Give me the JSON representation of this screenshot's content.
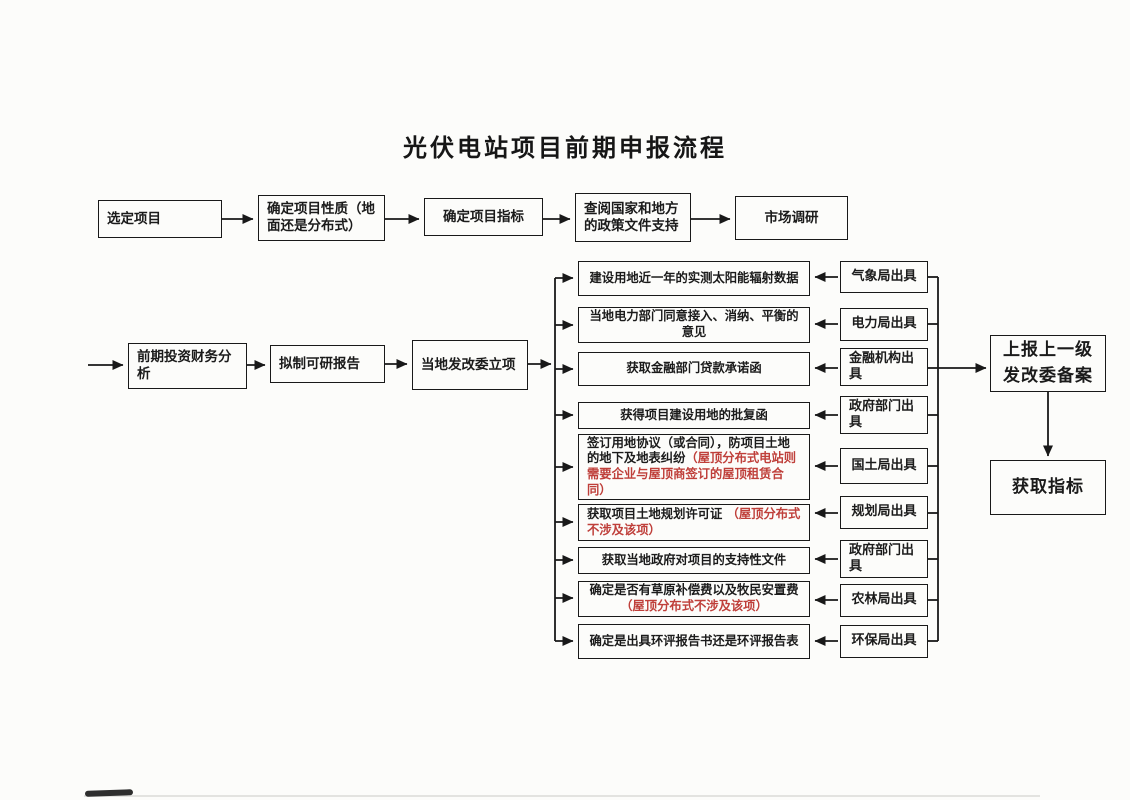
{
  "title": "光伏电站项目前期申报流程",
  "colors": {
    "ink": "#191919",
    "red_note": "#bf3f3a",
    "background": "#fcfcfa"
  },
  "top_row": [
    {
      "label": "选定项目"
    },
    {
      "label": "确定项目性质（地面还是分布式）"
    },
    {
      "label": "确定项目指标"
    },
    {
      "label": "查阅国家和地方的政策文件支持"
    },
    {
      "label": "市场调研"
    }
  ],
  "second_row": [
    {
      "label": "前期投资财务分析"
    },
    {
      "label": "拟制可研报告"
    },
    {
      "label": "当地发改委立项"
    }
  ],
  "tasks": [
    {
      "text": "建设用地近一年的实测太阳能辐射数据",
      "red_text": ""
    },
    {
      "text": "当地电力部门同意接入、消纳、平衡的意见",
      "red_text": ""
    },
    {
      "text": "获取金融部门贷款承诺函",
      "red_text": ""
    },
    {
      "text": "获得项目建设用地的批复函",
      "red_text": ""
    },
    {
      "text": "签订用地协议（或合同），防项目土地的地下及地表纠纷",
      "red_text": "（屋顶分布式电站则需要企业与屋顶商签订的屋顶租赁合同）"
    },
    {
      "text": "获取项目土地规划许可证 ",
      "red_text": "（屋顶分布式不涉及该项）"
    },
    {
      "text": "获取当地政府对项目的支持性文件",
      "red_text": ""
    },
    {
      "text": "确定是否有草原补偿费以及牧民安置费",
      "red_text": "（屋顶分布式不涉及该项）"
    },
    {
      "text": "确定是出具环评报告书还是环评报告表",
      "red_text": ""
    }
  ],
  "issuers": [
    {
      "label": "气象局出具"
    },
    {
      "label": "电力局出具"
    },
    {
      "label": "金融机构出具"
    },
    {
      "label": "政府部门出具"
    },
    {
      "label": "国土局出具"
    },
    {
      "label": "规划局出具"
    },
    {
      "label": "政府部门出具"
    },
    {
      "label": "农林局出具"
    },
    {
      "label": "环保局出具"
    }
  ],
  "right_flow": [
    {
      "label": "上报上一级发改委备案"
    },
    {
      "label": "获取指标"
    }
  ]
}
